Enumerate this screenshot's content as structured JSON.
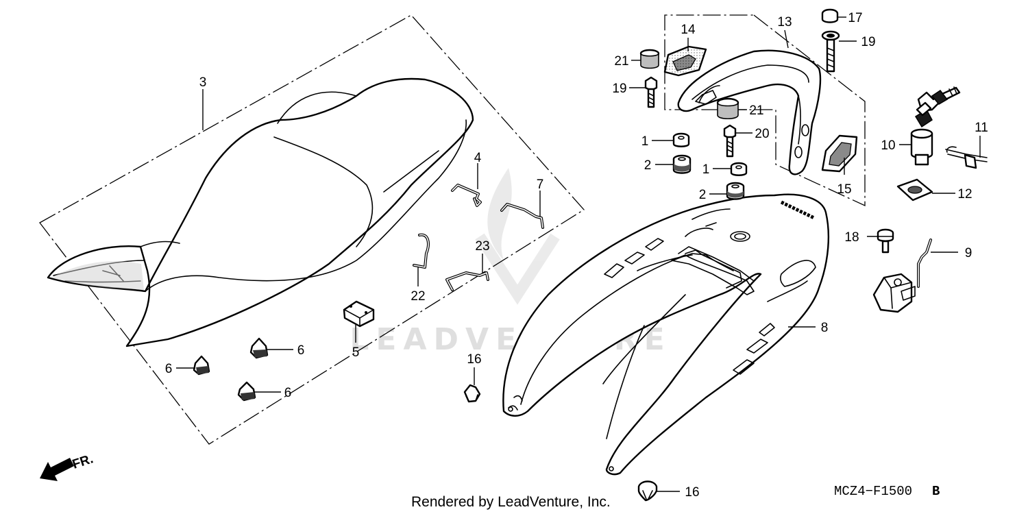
{
  "diagram": {
    "callouts": [
      {
        "id": "c1a",
        "text": "1"
      },
      {
        "id": "c1b",
        "text": "1"
      },
      {
        "id": "c2a",
        "text": "2"
      },
      {
        "id": "c2b",
        "text": "2"
      },
      {
        "id": "c3",
        "text": "3"
      },
      {
        "id": "c4",
        "text": "4"
      },
      {
        "id": "c5",
        "text": "5"
      },
      {
        "id": "c6a",
        "text": "6"
      },
      {
        "id": "c6b",
        "text": "6"
      },
      {
        "id": "c6c",
        "text": "6"
      },
      {
        "id": "c7",
        "text": "7"
      },
      {
        "id": "c8",
        "text": "8"
      },
      {
        "id": "c9",
        "text": "9"
      },
      {
        "id": "c10",
        "text": "10"
      },
      {
        "id": "c11",
        "text": "11"
      },
      {
        "id": "c12",
        "text": "12"
      },
      {
        "id": "c13",
        "text": "13"
      },
      {
        "id": "c14",
        "text": "14"
      },
      {
        "id": "c15",
        "text": "15"
      },
      {
        "id": "c16a",
        "text": "16"
      },
      {
        "id": "c16b",
        "text": "16"
      },
      {
        "id": "c17",
        "text": "17"
      },
      {
        "id": "c18",
        "text": "18"
      },
      {
        "id": "c19a",
        "text": "19"
      },
      {
        "id": "c19b",
        "text": "19"
      },
      {
        "id": "c20",
        "text": "20"
      },
      {
        "id": "c21a",
        "text": "21"
      },
      {
        "id": "c21b",
        "text": "21"
      },
      {
        "id": "c22",
        "text": "22"
      },
      {
        "id": "c23",
        "text": "23"
      }
    ],
    "front_label": "FR.",
    "credit": "Rendered by LeadVenture, Inc.",
    "diagram_code": "MCZ4−F1500",
    "diagram_code_suffix": "B",
    "watermark": "LEADVENTURE"
  }
}
